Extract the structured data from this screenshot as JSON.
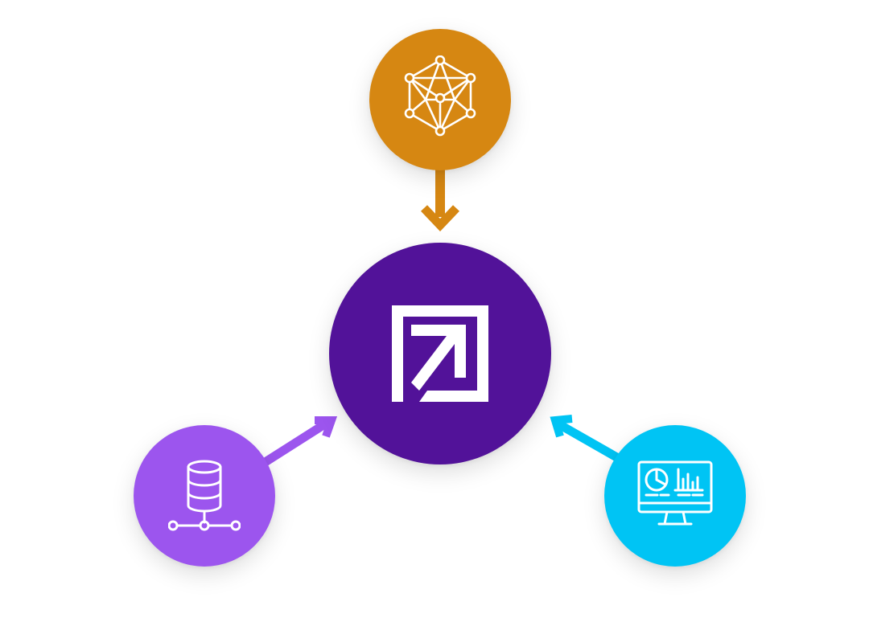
{
  "diagram": {
    "center": {
      "icon": "brand-arrow-logo-icon",
      "color": "#521299"
    },
    "sources": [
      {
        "id": "top",
        "icon": "network-mesh-icon",
        "color": "#D68712",
        "arrow_color": "#D68712",
        "arrow_direction": "into-center"
      },
      {
        "id": "left",
        "icon": "database-network-icon",
        "color": "#9C55EE",
        "arrow_color": "#9C55EE",
        "arrow_direction": "into-center"
      },
      {
        "id": "right",
        "icon": "monitor-dashboard-icon",
        "color": "#00C4F4",
        "arrow_color": "#00C4F4",
        "arrow_direction": "into-center"
      }
    ]
  }
}
